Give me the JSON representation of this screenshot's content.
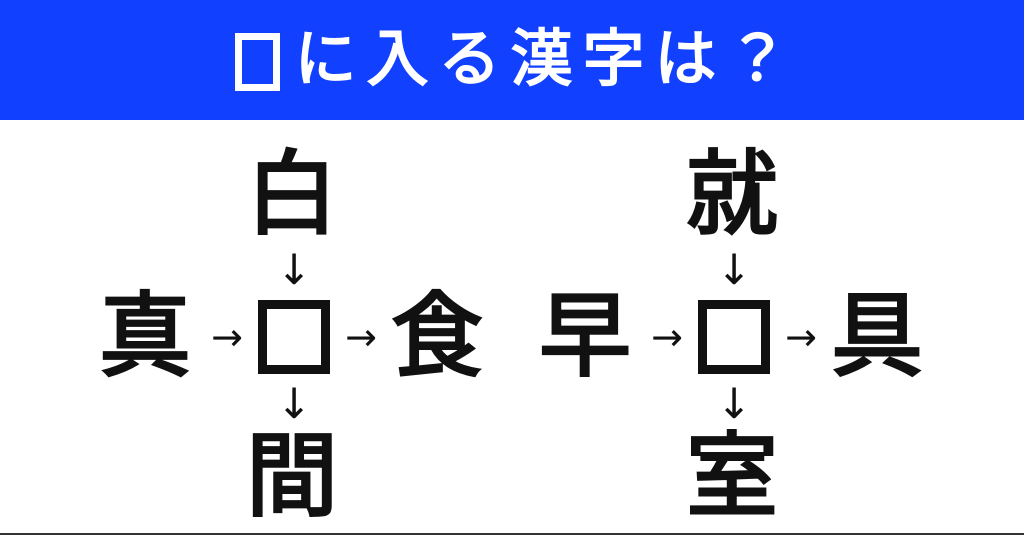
{
  "header": {
    "blank_symbol": "□",
    "title_text": "に入る漢字は？",
    "background_color": "#1140ff",
    "text_color": "#ffffff"
  },
  "puzzles": [
    {
      "id": "puzzle-left",
      "top": "白",
      "left": "真",
      "center": "□",
      "right": "食",
      "bottom": "間",
      "arrow_down_top": "↓",
      "arrow_down_bottom": "↓",
      "arrow_right_left": "→",
      "arrow_right_right": "→"
    },
    {
      "id": "puzzle-right",
      "top": "就",
      "left": "早",
      "center": "□",
      "right": "具",
      "bottom": "室",
      "arrow_down_top": "↓",
      "arrow_down_bottom": "↓",
      "arrow_right_left": "→",
      "arrow_right_right": "→"
    }
  ],
  "colors": {
    "accent_blue": "#1140ff",
    "ink": "#111111",
    "rule": "#333333",
    "page": "#ffffff"
  }
}
